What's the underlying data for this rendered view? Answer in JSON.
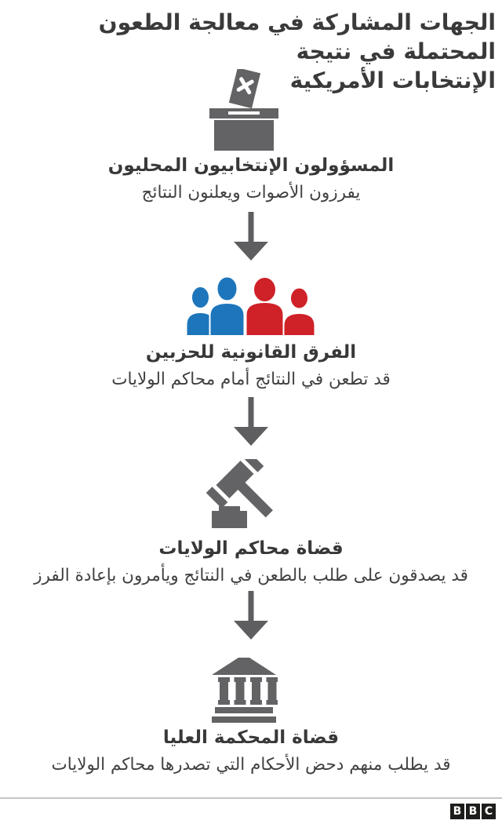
{
  "title": {
    "line1": "الجهات المشاركة في معالجة الطعون المحتملة في نتيجة",
    "line2": "الإنتخابات الأمريكية"
  },
  "steps": [
    {
      "icon": "ballot-box-icon",
      "heading": "المسؤولون الإنتخابيون المحليون",
      "description": "يفرزون الأصوات ويعلنون النتائج"
    },
    {
      "icon": "party-legal-teams-icon",
      "heading": "الفرق القانونية للحزبين",
      "description": "قد تطعن في النتائج أمام محاكم الولايات"
    },
    {
      "icon": "gavel-icon",
      "heading": "قضاة محاكم الولايات",
      "description": "قد يصدقون على طلب بالطعن في النتائج ويأمرون بإعادة الفرز"
    },
    {
      "icon": "courthouse-icon",
      "heading": "قضاة المحكمة العليا",
      "description": "قد يطلب منهم دحض الأحكام التي تصدرها محاكم الولايات"
    }
  ],
  "footer": {
    "logo_letters": [
      "B",
      "B",
      "C"
    ]
  },
  "colors": {
    "icon_gray": "#636365",
    "party_blue": "#1d76bb",
    "party_red": "#cf2128",
    "text_dark": "#3a3a3a",
    "divider": "#c6c6c6",
    "logo_background": "#1d1d1b"
  }
}
